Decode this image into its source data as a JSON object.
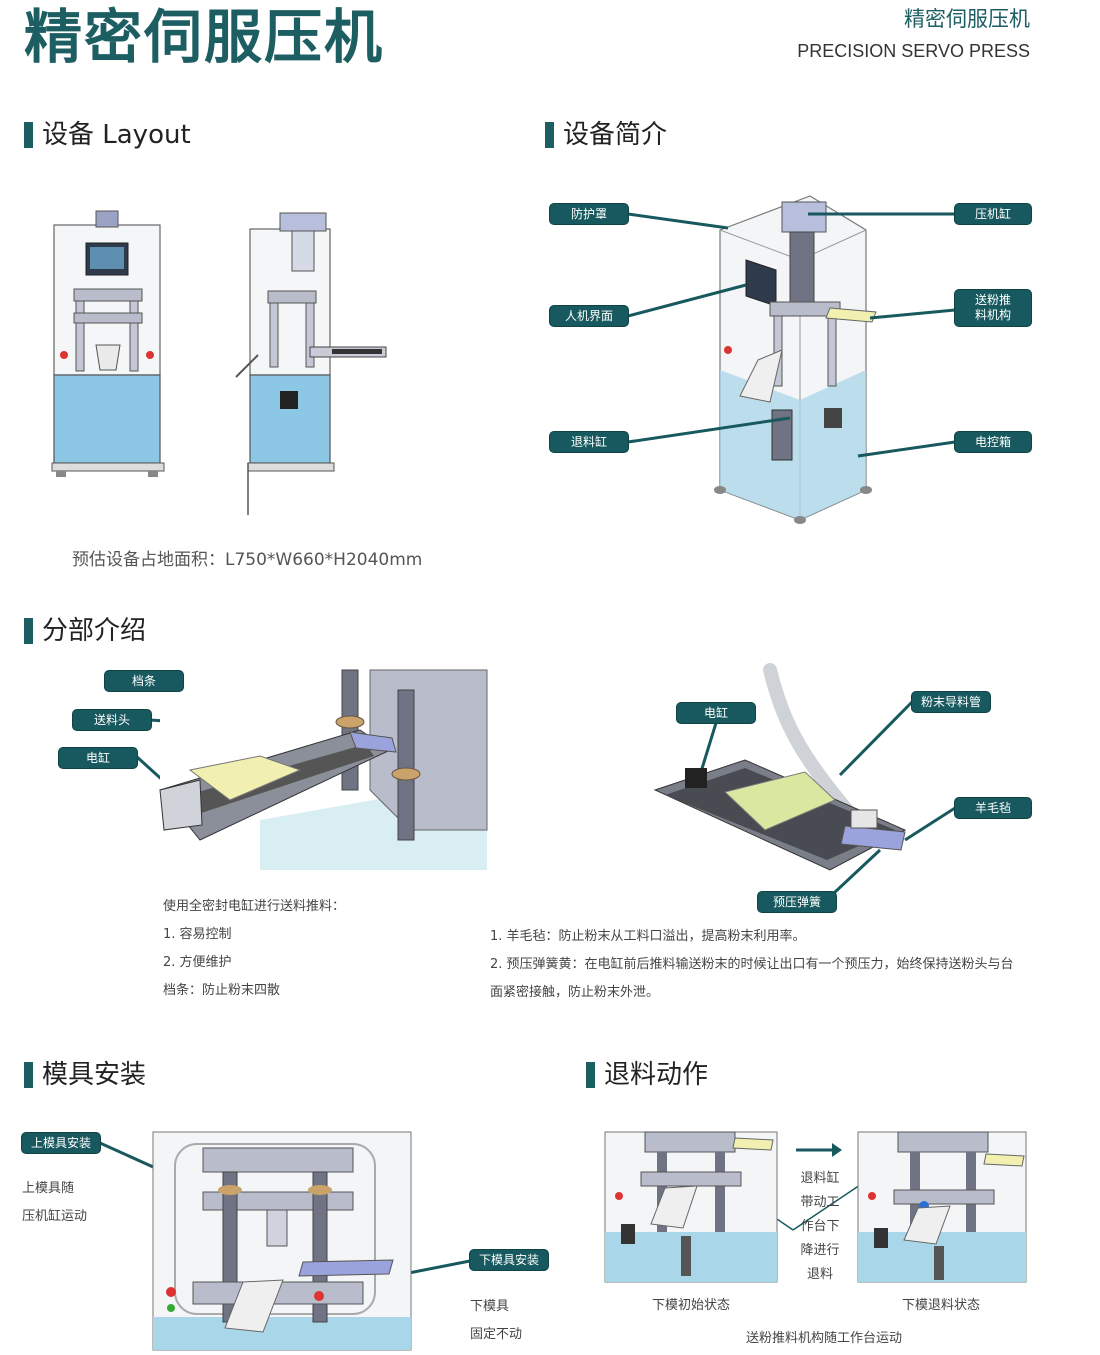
{
  "header": {
    "title": "精密伺服压机",
    "subtitle_cn": "精密伺服压机",
    "subtitle_en": "PRECISION SERVO PRESS"
  },
  "sections": {
    "layout": "设备 Layout",
    "intro": "设备简介",
    "parts": "分部介绍",
    "mold": "模具安装",
    "eject": "退料动作"
  },
  "layout_section": {
    "footprint": "预估设备占地面积：L750*W660*H2040mm"
  },
  "intro_section": {
    "labels": {
      "guard": "防护罩",
      "hmi": "人机界面",
      "eject_cyl": "退料缸",
      "press_cyl": "压机缸",
      "feeder_line1": "送粉推",
      "feeder_line2": "料机构",
      "control_box": "电控箱"
    }
  },
  "parts_section": {
    "left_labels": {
      "stopper": "档条",
      "feed_head": "送料头",
      "e_cyl": "电缸"
    },
    "right_labels": {
      "e_cyl": "电缸",
      "powder_tube": "粉末导料管",
      "felt": "羊毛毡",
      "spring": "预压弹簧"
    },
    "left_notes": [
      "使用全密封电缸进行送料推料：",
      "1. 容易控制",
      "2. 方便维护",
      "档条：防止粉末四散"
    ],
    "right_notes": [
      "1. 羊毛毡：防止粉末从工料口溢出，提高粉末利用率。",
      "2. 预压弹簧黄：在电缸前后推料输送粉末的时候让出口有一个预压力，始终保持送粉头与台",
      "面紧密接触，防止粉末外泄。"
    ]
  },
  "mold_section": {
    "upper_label": "上模具安装",
    "upper_notes": [
      "上模具随",
      "压机缸运动"
    ],
    "lower_label": "下模具安装",
    "lower_notes": [
      "下模具",
      "固定不动"
    ]
  },
  "eject_section": {
    "process_notes": [
      "退料缸",
      "带动工",
      "作台下",
      "降进行",
      "退料"
    ],
    "caption_initial": "下模初始状态",
    "caption_ejected": "下模退料状态",
    "caption_bottom": "送粉推料机构随工作台运动"
  },
  "colors": {
    "brand": "#1d5e63",
    "pill": "#17595e",
    "cabinet_blue": "#8cc7e6",
    "feeder_yellow": "#f1f0b0",
    "metal_gray": "#b8bccb"
  }
}
